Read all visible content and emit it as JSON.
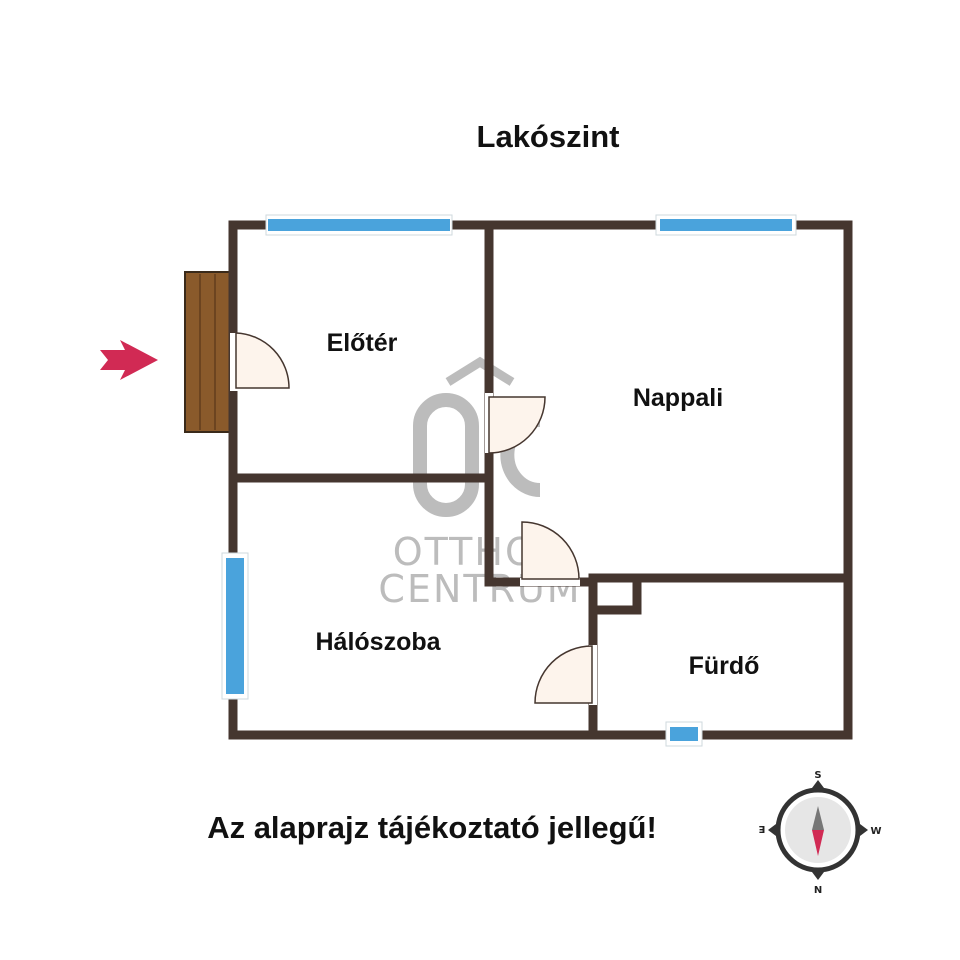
{
  "title": "Lakószint",
  "rooms": {
    "entry": "Előtér",
    "living": "Nappali",
    "bedroom": "Hálószoba",
    "bathroom": "Fürdő"
  },
  "disclaimer": "Az alaprajz tájékoztató jellegű!",
  "watermark": {
    "logo_text": "ÔC",
    "line1": "OTTHON",
    "line2": "CENTRUM"
  },
  "compass": {
    "top": "S",
    "bottom": "N",
    "left": "E",
    "right": "W"
  },
  "colors": {
    "wall": "#45362f",
    "window": "#4aa3dc",
    "door_fill": "#fdf4ec",
    "entry_arrow": "#d12a54",
    "doormat": "#8a5a2b",
    "watermark": "#b5b5b5",
    "needle_red": "#d12a54"
  }
}
